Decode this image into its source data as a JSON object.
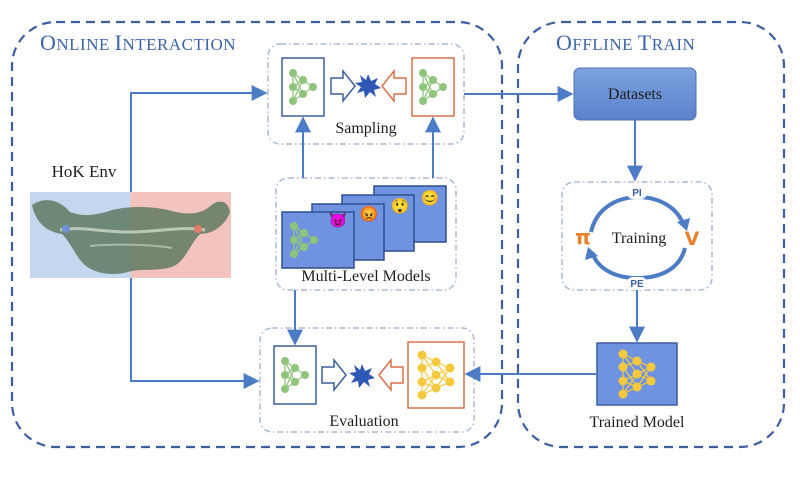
{
  "sections": {
    "online": {
      "title_first_cap": "O",
      "title_first_rest": "NLINE",
      "title_second_cap": "I",
      "title_second_rest": "NTERACTION"
    },
    "offline": {
      "title_first_cap": "O",
      "title_first_rest": "FFLINE",
      "title_second_cap": "T",
      "title_second_rest": "RAIN"
    }
  },
  "nodes": {
    "env": "HoK Env",
    "sampling": "Sampling",
    "multi_level_models": "Multi-Level Models",
    "evaluation": "Evaluation",
    "datasets": "Datasets",
    "training": "Training",
    "trained_model": "Trained Model"
  },
  "training_loop": {
    "top_label": "PI",
    "bottom_label": "PE",
    "left_symbol": "π",
    "right_symbol": "V"
  },
  "model_cards": [
    {
      "emoji": "😈"
    },
    {
      "emoji": "😡"
    },
    {
      "emoji": "😲"
    },
    {
      "emoji": "😊"
    }
  ],
  "colors": {
    "frame": "#3d5f9e",
    "accent_blue": "#4d7cc7",
    "card_blue": "#6f93e0",
    "green_net": "#8fc57a",
    "yellow_net": "#f5c93e",
    "red_border": "#d9704a",
    "dashed_box": "#a8bad6"
  }
}
